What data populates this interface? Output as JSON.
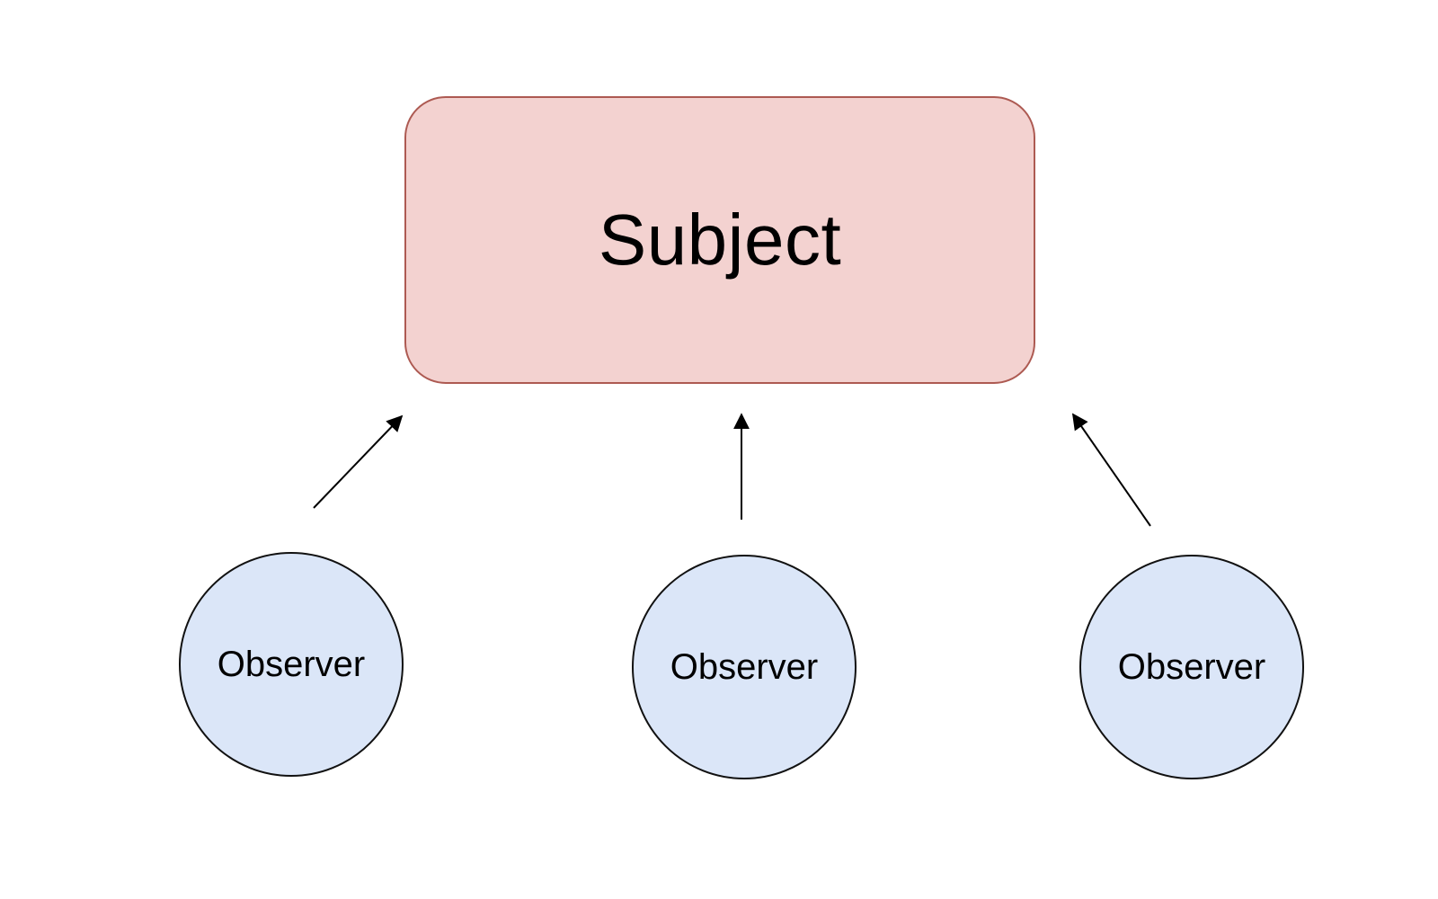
{
  "diagram": {
    "type": "observer-pattern-diagram",
    "background_color": "#ffffff",
    "subject": {
      "label": "Subject",
      "fill_color": "#f3d2d0",
      "border_color": "#ad5a52",
      "text_color": "#000000"
    },
    "observers": [
      {
        "label": "Observer"
      },
      {
        "label": "Observer"
      },
      {
        "label": "Observer"
      }
    ],
    "observer_style": {
      "fill_color": "#dbe6f8",
      "border_color": "#111111",
      "text_color": "#000000"
    },
    "arrows": {
      "color": "#000000",
      "description": "three arrows pointing from each observer circle up toward the subject box"
    }
  }
}
